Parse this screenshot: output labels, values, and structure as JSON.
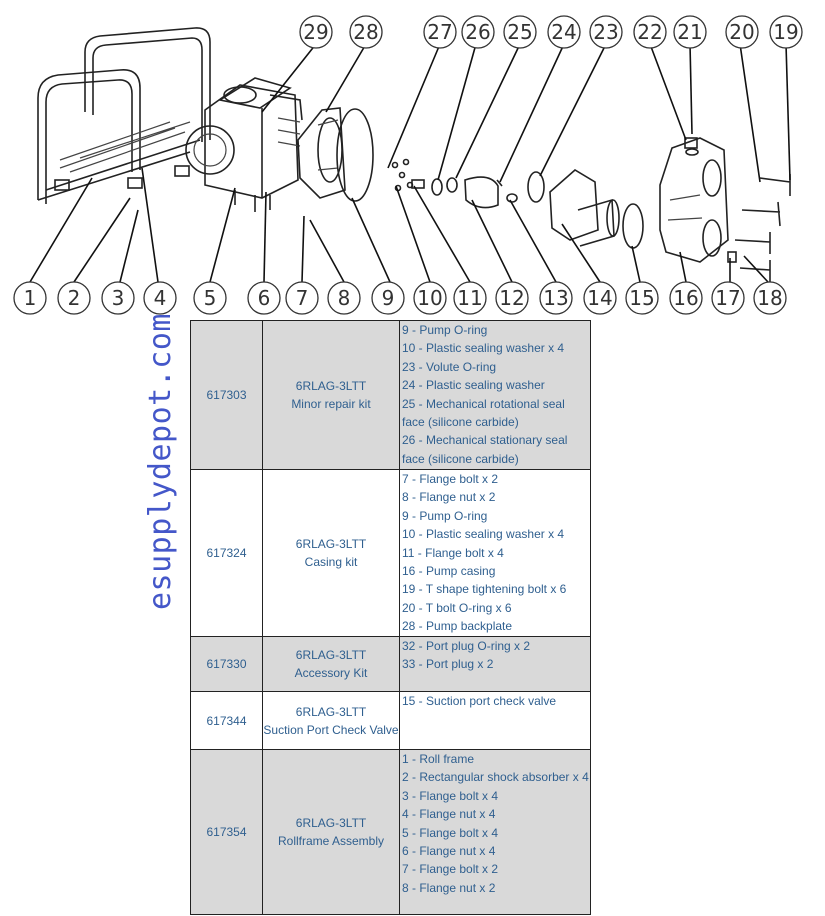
{
  "diagram": {
    "callouts_top": [
      "29",
      "28",
      "27",
      "26",
      "25",
      "24",
      "23",
      "22",
      "21",
      "20",
      "19"
    ],
    "callouts_bottom": [
      "1",
      "2",
      "3",
      "4",
      "5",
      "6",
      "7",
      "8",
      "9",
      "10",
      "11",
      "12",
      "13",
      "14",
      "15",
      "16",
      "17",
      "18"
    ]
  },
  "watermark": "esupplydepot.com",
  "kits": [
    {
      "part_no": "617303",
      "name_line1": "6RLAG-3LTT",
      "name_line2": "Minor repair kit",
      "items": [
        "9 - Pump O-ring",
        "10 - Plastic sealing washer x 4",
        "23 - Volute O-ring",
        "24 - Plastic sealing washer",
        "25 - Mechanical rotational seal face (silicone carbide)",
        "26 - Mechanical stationary seal face (silicone carbide)"
      ]
    },
    {
      "part_no": "617324",
      "name_line1": "6RLAG-3LTT",
      "name_line2": "Casing kit",
      "items": [
        "7 - Flange bolt x 2",
        "8 - Flange nut x 2",
        "9 - Pump O-ring",
        "10 - Plastic sealing washer  x 4",
        "11 - Flange bolt x 4",
        "16 - Pump casing",
        "19 - T shape tightening bolt x 6",
        "20 - T bolt O-ring x 6",
        "28 - Pump backplate"
      ]
    },
    {
      "part_no": "617330",
      "name_line1": "6RLAG-3LTT",
      "name_line2": "Accessory Kit",
      "items": [
        "32 - Port plug O-ring x 2",
        "33 - Port plug x 2"
      ]
    },
    {
      "part_no": "617344",
      "name_line1": "6RLAG-3LTT",
      "name_line2": "Suction Port Check Valve",
      "items": [
        "15 - Suction port check valve"
      ]
    },
    {
      "part_no": "617354",
      "name_line1": "6RLAG-3LTT",
      "name_line2": "Rollframe Assembly",
      "items": [
        "1 - Roll frame",
        "2 - Rectangular shock absorber x 4",
        "3 - Flange bolt x 4",
        "4 - Flange nut x 4",
        "5 - Flange bolt x 4",
        "6 - Flange nut x 4",
        "7 - Flange bolt x 2",
        "8 - Flange nut x 2"
      ]
    }
  ]
}
